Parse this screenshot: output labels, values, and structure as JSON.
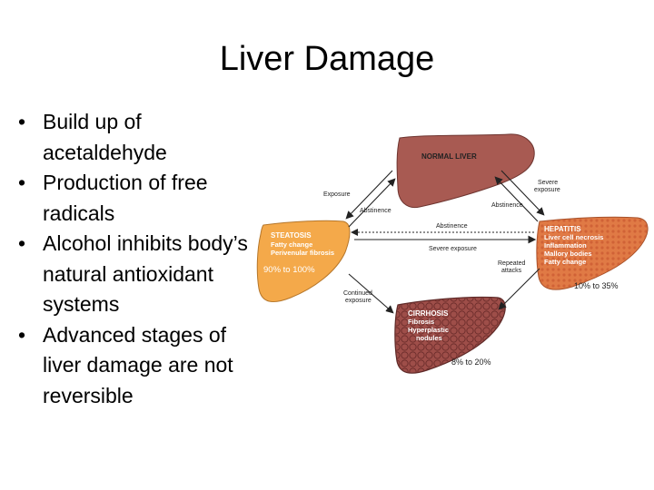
{
  "slide": {
    "title": "Liver Damage",
    "bullet_char": "•",
    "bullets": [
      "Build up of acetaldehyde",
      "Production of free radicals",
      "Alcohol inhibits body’s natural antioxidant systems",
      "Advanced stages of liver damage are not reversible"
    ]
  },
  "diagram": {
    "normal": {
      "label": "NORMAL LIVER"
    },
    "steatosis": {
      "title": "STEATOSIS",
      "lines": [
        "Fatty change",
        "Perivenular fibrosis"
      ],
      "pct": "90% to 100%"
    },
    "hepatitis": {
      "title": "HEPATITIS",
      "lines": [
        "Liver cell necrosis",
        "Inflammation",
        "Mallory bodies",
        "Fatty change"
      ],
      "pct": "10% to 35%"
    },
    "cirrhosis": {
      "title": "CIRRHOSIS",
      "lines": [
        "Fibrosis",
        "Hyperplastic",
        "nodules"
      ],
      "pct": "8% to 20%"
    },
    "arrows": {
      "exposure": "Exposure",
      "abstinence_left": "Abstinence",
      "severe_exposure_top": [
        "Severe",
        "exposure"
      ],
      "abstinence_right": "Abstinence",
      "abstinence_mid": "Abstinence",
      "severe_exposure_mid": "Severe exposure",
      "repeated_attacks": [
        "Repeated",
        "attacks"
      ],
      "continued_exposure": [
        "Continued",
        "exposure"
      ]
    },
    "colors": {
      "normal_liver": "#a85a52",
      "steatosis_liver": "#f4a94a",
      "hepatitis_liver": "#e07a45",
      "cirrhosis_liver": "#9e4e49"
    }
  }
}
